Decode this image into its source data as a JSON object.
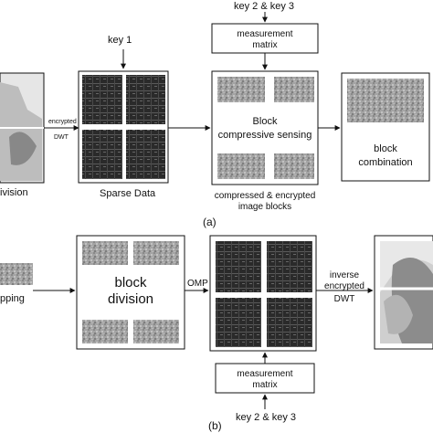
{
  "labels": {
    "key1": "key 1",
    "key23_top": "key 2 & key 3",
    "key23_bottom": "key 2 & key 3",
    "measurement_top": [
      "measurement",
      "matrix"
    ],
    "measurement_bottom": [
      "measurement",
      "matrix"
    ],
    "encrypted_dwt": [
      "encrypted",
      "DWT"
    ],
    "division_partial": "ivision",
    "sparse_data": "Sparse Data",
    "block_cs": [
      "Block",
      "compressive sensing"
    ],
    "block_combination": [
      "block",
      "combination"
    ],
    "compressed_blocks": [
      "compressed & encrypted",
      "image blocks"
    ],
    "caption_a": "(a)",
    "omp": "OMP",
    "block_division": [
      "block",
      "division"
    ],
    "inverse_dwt": [
      "inverse",
      "encrypted",
      "DWT"
    ],
    "pping_partial": "pping",
    "caption_b": "(b)"
  },
  "colors": {
    "stroke": "#111111",
    "noise_block": "#9a9a9a",
    "sparse_block": "#2b2b2b"
  }
}
